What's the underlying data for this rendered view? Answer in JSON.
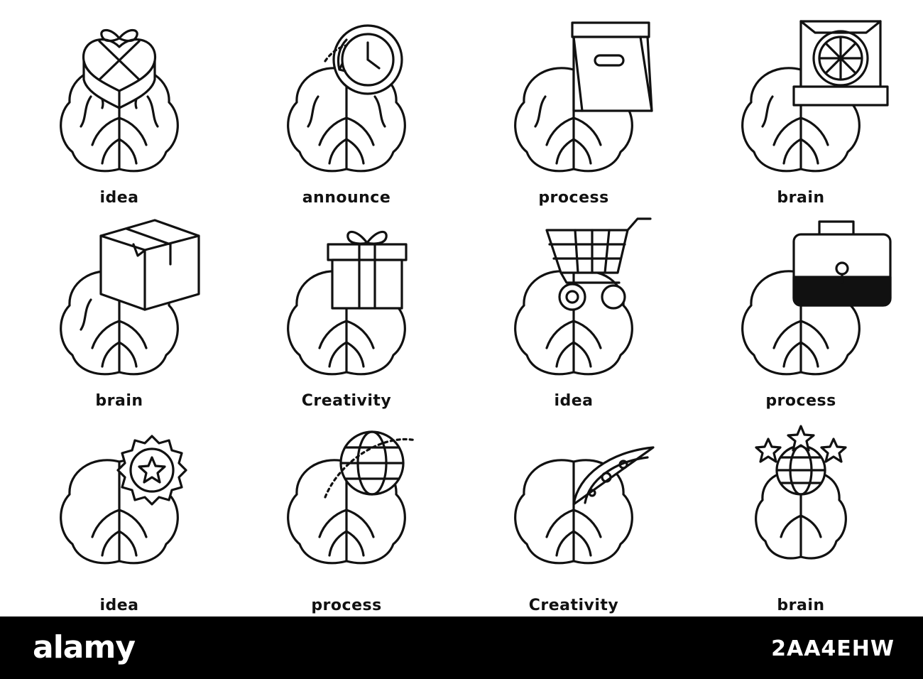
{
  "icons": [
    {
      "label": "idea",
      "icon": "gift-heart-box-icon"
    },
    {
      "label": "announce",
      "icon": "clock-icon"
    },
    {
      "label": "process",
      "icon": "paper-bag-icon"
    },
    {
      "label": "brain",
      "icon": "pizza-box-icon"
    },
    {
      "label": "brain",
      "icon": "cardboard-box-icon"
    },
    {
      "label": "Creativity",
      "icon": "gift-box-icon"
    },
    {
      "label": "idea",
      "icon": "shopping-cart-icon"
    },
    {
      "label": "process",
      "icon": "briefcase-icon"
    },
    {
      "label": "idea",
      "icon": "star-badge-icon"
    },
    {
      "label": "process",
      "icon": "globe-orbit-icon"
    },
    {
      "label": "Creativity",
      "icon": "pizza-slice-icon"
    },
    {
      "label": "brain",
      "icon": "globe-stars-icon"
    }
  ],
  "footer": {
    "brand": "alamy",
    "image_id": "2AA4EHW"
  },
  "colors": {
    "line": "#111111",
    "background": "#ffffff",
    "footer": "#000000"
  }
}
